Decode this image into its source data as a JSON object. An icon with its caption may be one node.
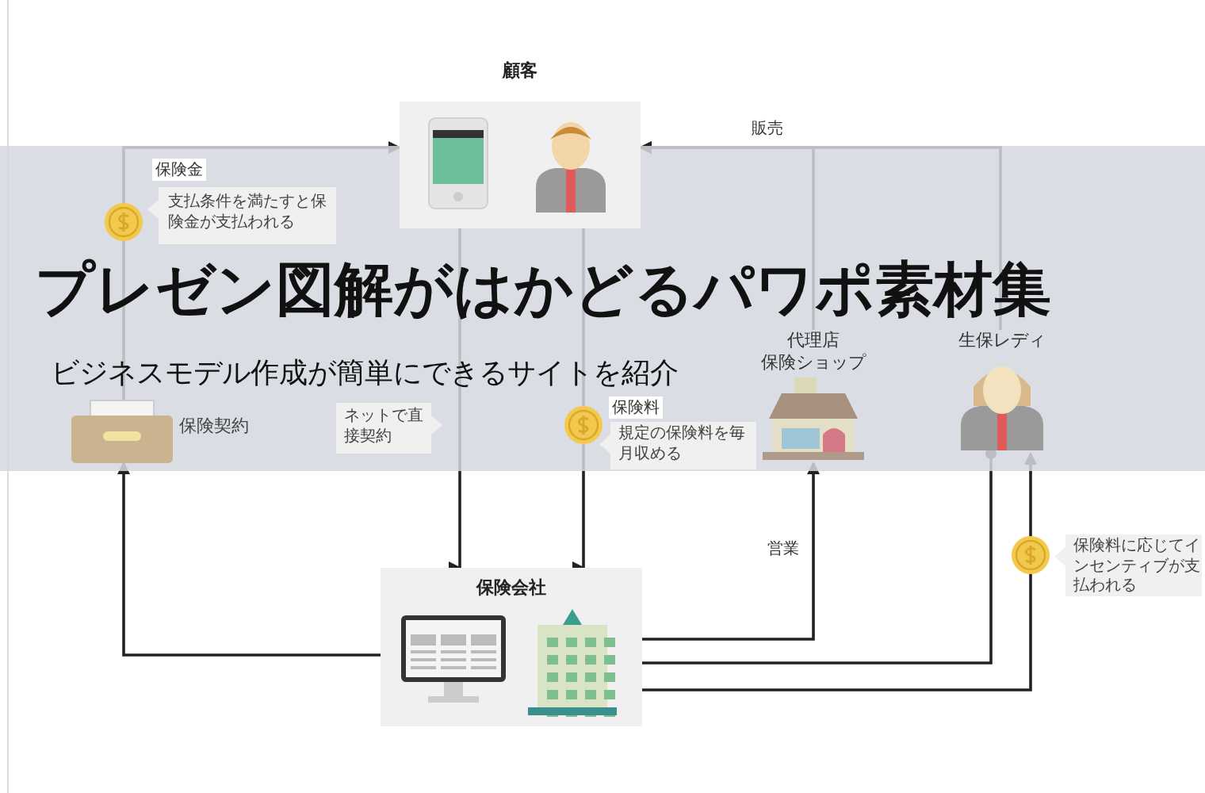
{
  "diagram": {
    "title": "プレゼン図解がはかどるパワポ素材集",
    "caption": "ビジネスモデル作成が簡単にできるサイトを紹介",
    "nodes": [
      {
        "text": [
          "顧客"
        ]
      },
      {
        "text": [
          "保険会社"
        ]
      },
      {
        "text": [
          "代理店",
          "保険ショップ"
        ]
      },
      {
        "text": [
          "生保レディ"
        ]
      },
      {
        "text": [],
        "shape": "picture",
        "beside": [
          "保険契約"
        ]
      },
      {
        "text": [
          "支払条件を満たすと保険金が支払われる"
        ]
      },
      {
        "text": [
          "ネットで直接契約"
        ]
      },
      {
        "text": [
          "規定の保険料を毎月収める"
        ]
      },
      {
        "text": [
          "保険料に応じてインセンティブが支払われる"
        ]
      }
    ],
    "edges": [
      {
        "from": 4,
        "to": 0,
        "arrow": "to",
        "label": "保険金"
      },
      {
        "from": 1,
        "to": 4,
        "arrow": "to"
      },
      {
        "from": 0,
        "to": 1,
        "arrow": "to"
      },
      {
        "from": 0,
        "to": 1,
        "arrow": "to",
        "label": "保険料"
      },
      {
        "from": 2,
        "to": 0,
        "arrow": "to",
        "label": "販売"
      },
      {
        "from": 3,
        "to": 0,
        "arrow": "to"
      },
      {
        "from": 1,
        "to": 2,
        "arrow": "to",
        "label": "営業"
      },
      {
        "from": 1,
        "to": 3,
        "arrow": "other"
      },
      {
        "from": 1,
        "to": 3,
        "arrow": "to"
      }
    ]
  }
}
